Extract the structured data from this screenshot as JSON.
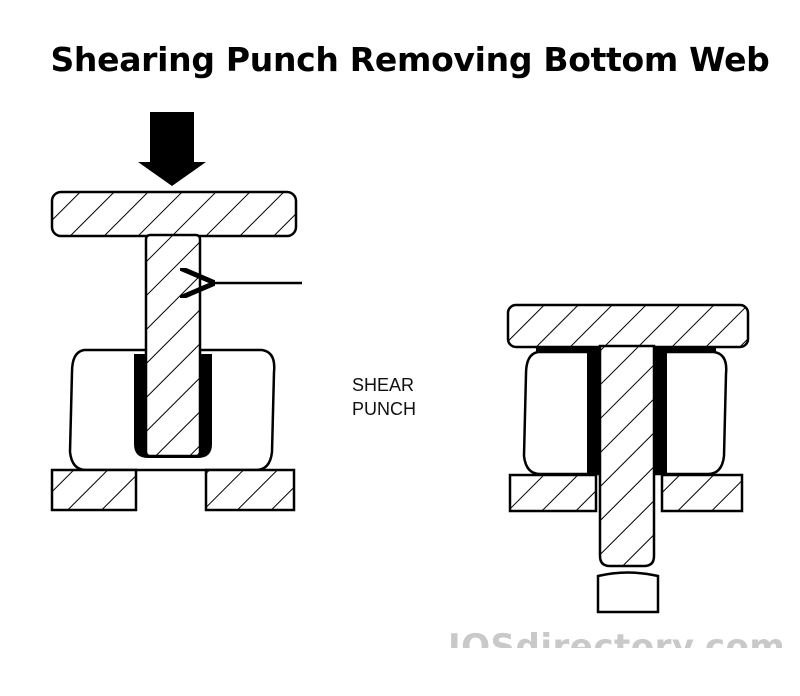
{
  "title": "Shearing Punch Removing Bottom Web",
  "label": {
    "line1": "SHEAR",
    "line2": "PUNCH"
  },
  "watermark": "IQSdirectory.com",
  "colors": {
    "stroke": "#000000",
    "fill": "#ffffff",
    "watermark": "#c9c9c9"
  },
  "panels": [
    {
      "name": "before-shearing",
      "state": "punch-lowered-into-die"
    },
    {
      "name": "after-shearing",
      "state": "bottom-web-removed"
    }
  ]
}
